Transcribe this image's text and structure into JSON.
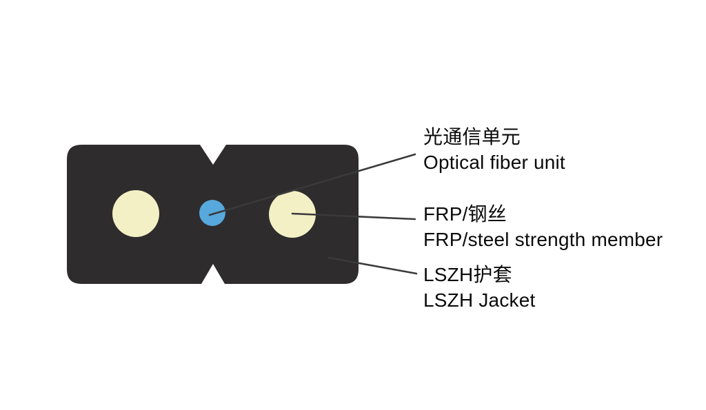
{
  "colors": {
    "background": "#ffffff",
    "jacket": "#2e2c2d",
    "strength_member": "#f3f0c5",
    "fiber_unit": "#57a8dc",
    "leader_line": "#3a3a3a",
    "text": "#0a0a0a"
  },
  "labels": {
    "optical_fiber_unit": {
      "zh": "光通信单元",
      "en": "Optical fiber unit"
    },
    "strength_member": {
      "zh": "FRP/钢丝",
      "en": "FRP/steel strength member"
    },
    "jacket": {
      "zh": "LSZH护套",
      "en": "LSZH Jacket"
    }
  }
}
